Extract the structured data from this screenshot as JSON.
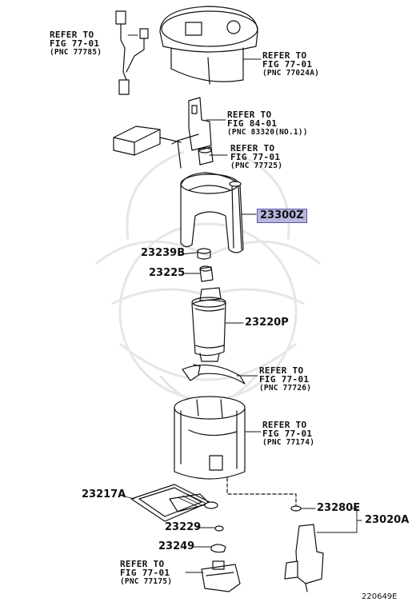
{
  "references": [
    {
      "id": "r1",
      "line1": "REFER TO",
      "line2": "FIG 77-01",
      "line3": "(PNC 77785)"
    },
    {
      "id": "r2",
      "line1": "REFER TO",
      "line2": "FIG 77-01",
      "line3": "(PNC 77024A)"
    },
    {
      "id": "r3",
      "line1": "REFER TO",
      "line2": "FIG 84-01",
      "line3": "(PNC 83320(NO.1))"
    },
    {
      "id": "r4",
      "line1": "REFER TO",
      "line2": "FIG 77-01",
      "line3": "(PNC 77725)"
    },
    {
      "id": "r5",
      "line1": "REFER TO",
      "line2": "FIG 77-01",
      "line3": "(PNC 77726)"
    },
    {
      "id": "r6",
      "line1": "REFER TO",
      "line2": "FIG 77-01",
      "line3": "(PNC 77174)"
    },
    {
      "id": "r7",
      "line1": "REFER TO",
      "line2": "FIG 77-01",
      "line3": "(PNC 77175)"
    }
  ],
  "parts": {
    "p23300Z": "23300Z",
    "p23239B": "23239B",
    "p23225": "23225",
    "p23220P": "23220P",
    "p23217A": "23217A",
    "p23229": "23229",
    "p23249": "23249",
    "p23280E": "23280E",
    "p23020A": "23020A"
  },
  "figure_id": "220649E",
  "colors": {
    "highlight": "#b9b6e0",
    "ink": "#111111"
  }
}
